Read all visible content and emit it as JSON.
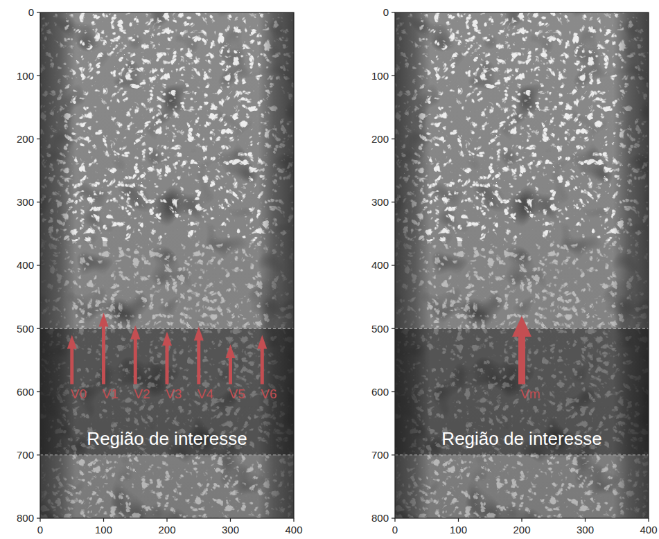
{
  "diagram": {
    "nodes": [
      {
        "text": [
          "Região de interesse"
        ]
      },
      {
        "text": [
          "Região de interesse"
        ]
      }
    ],
    "labels": [
      "0",
      "100",
      "200",
      "300",
      "400",
      "500",
      "600",
      "700",
      "800",
      "0",
      "100",
      "200",
      "300",
      "400",
      "V0",
      "V1",
      "V2",
      "V3",
      "V4",
      "V5",
      "V6",
      "0",
      "100",
      "200",
      "300",
      "400",
      "500",
      "600",
      "700",
      "800",
      "0",
      "100",
      "200",
      "300",
      "400",
      "Vm"
    ]
  }
}
